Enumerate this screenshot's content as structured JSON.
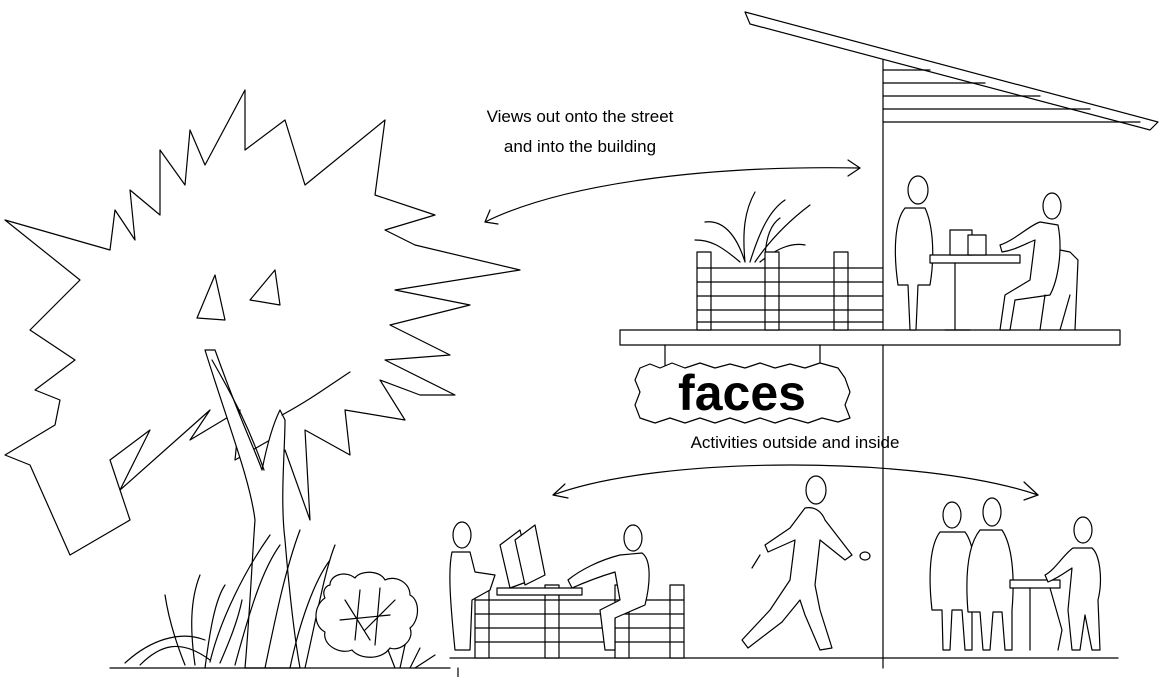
{
  "captions": {
    "views_line1": "Views out onto the street",
    "views_line2": "and into the building",
    "activities": "Activities outside and inside"
  },
  "sign": {
    "label": "faces"
  }
}
